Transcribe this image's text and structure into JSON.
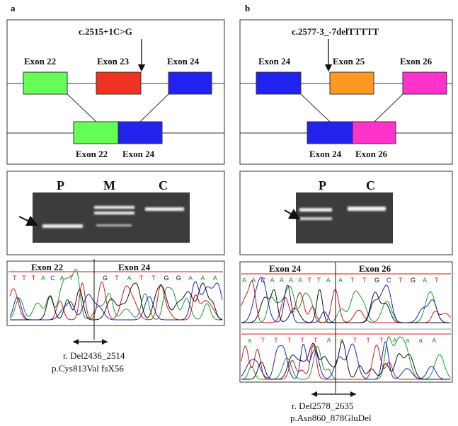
{
  "panel_a": {
    "letter": "a",
    "mutation": "c.2515+1C>G",
    "exons_top": [
      {
        "label": "Exon 22",
        "color": "#66ff55"
      },
      {
        "label": "Exon 23",
        "color": "#ee3322"
      },
      {
        "label": "Exon 24",
        "color": "#2222ee"
      }
    ],
    "exons_bottom": [
      {
        "label": "Exon 22",
        "color": "#66ff55"
      },
      {
        "label": "Exon 24",
        "color": "#2222ee"
      }
    ],
    "gel_lanes": [
      "P",
      "M",
      "C"
    ],
    "chrom_labels": [
      "Exon 22",
      "Exon 24"
    ],
    "seq_left": "TTTACAT",
    "seq_right": "GTATTGGAAA",
    "annotation_1": "r. Del2436_2514",
    "annotation_2": "p.Cys813Val fsX56"
  },
  "panel_b": {
    "letter": "b",
    "mutation": "c.2577-3_-7delTTTTT",
    "exons_top": [
      {
        "label": "Exon 24",
        "color": "#2222ee"
      },
      {
        "label": "Exon 25",
        "color": "#ff9922"
      },
      {
        "label": "Exon 26",
        "color": "#ff33cc"
      }
    ],
    "exons_bottom": [
      {
        "label": "Exon 24",
        "color": "#2222ee"
      },
      {
        "label": "Exon 26",
        "color": "#ff33cc"
      }
    ],
    "gel_lanes": [
      "P",
      "C"
    ],
    "chrom_labels": [
      "Exon 24",
      "Exon 26"
    ],
    "seq_top_left": "AACAAAATTA",
    "seq_top_right": "ATTGCTGAT",
    "seq_bottom": "aTTTTTAaTTTAaaA",
    "annotation_1": "r. Del2578_2635",
    "annotation_2": "p.Asn860_878GluDel"
  },
  "colors": {
    "trace_green": "#1a9a2a",
    "trace_red": "#d01818",
    "trace_blue": "#2020c8",
    "trace_black": "#111111",
    "gel_bg": "#3c3c3c",
    "gel_band": "#f2f2f2"
  }
}
